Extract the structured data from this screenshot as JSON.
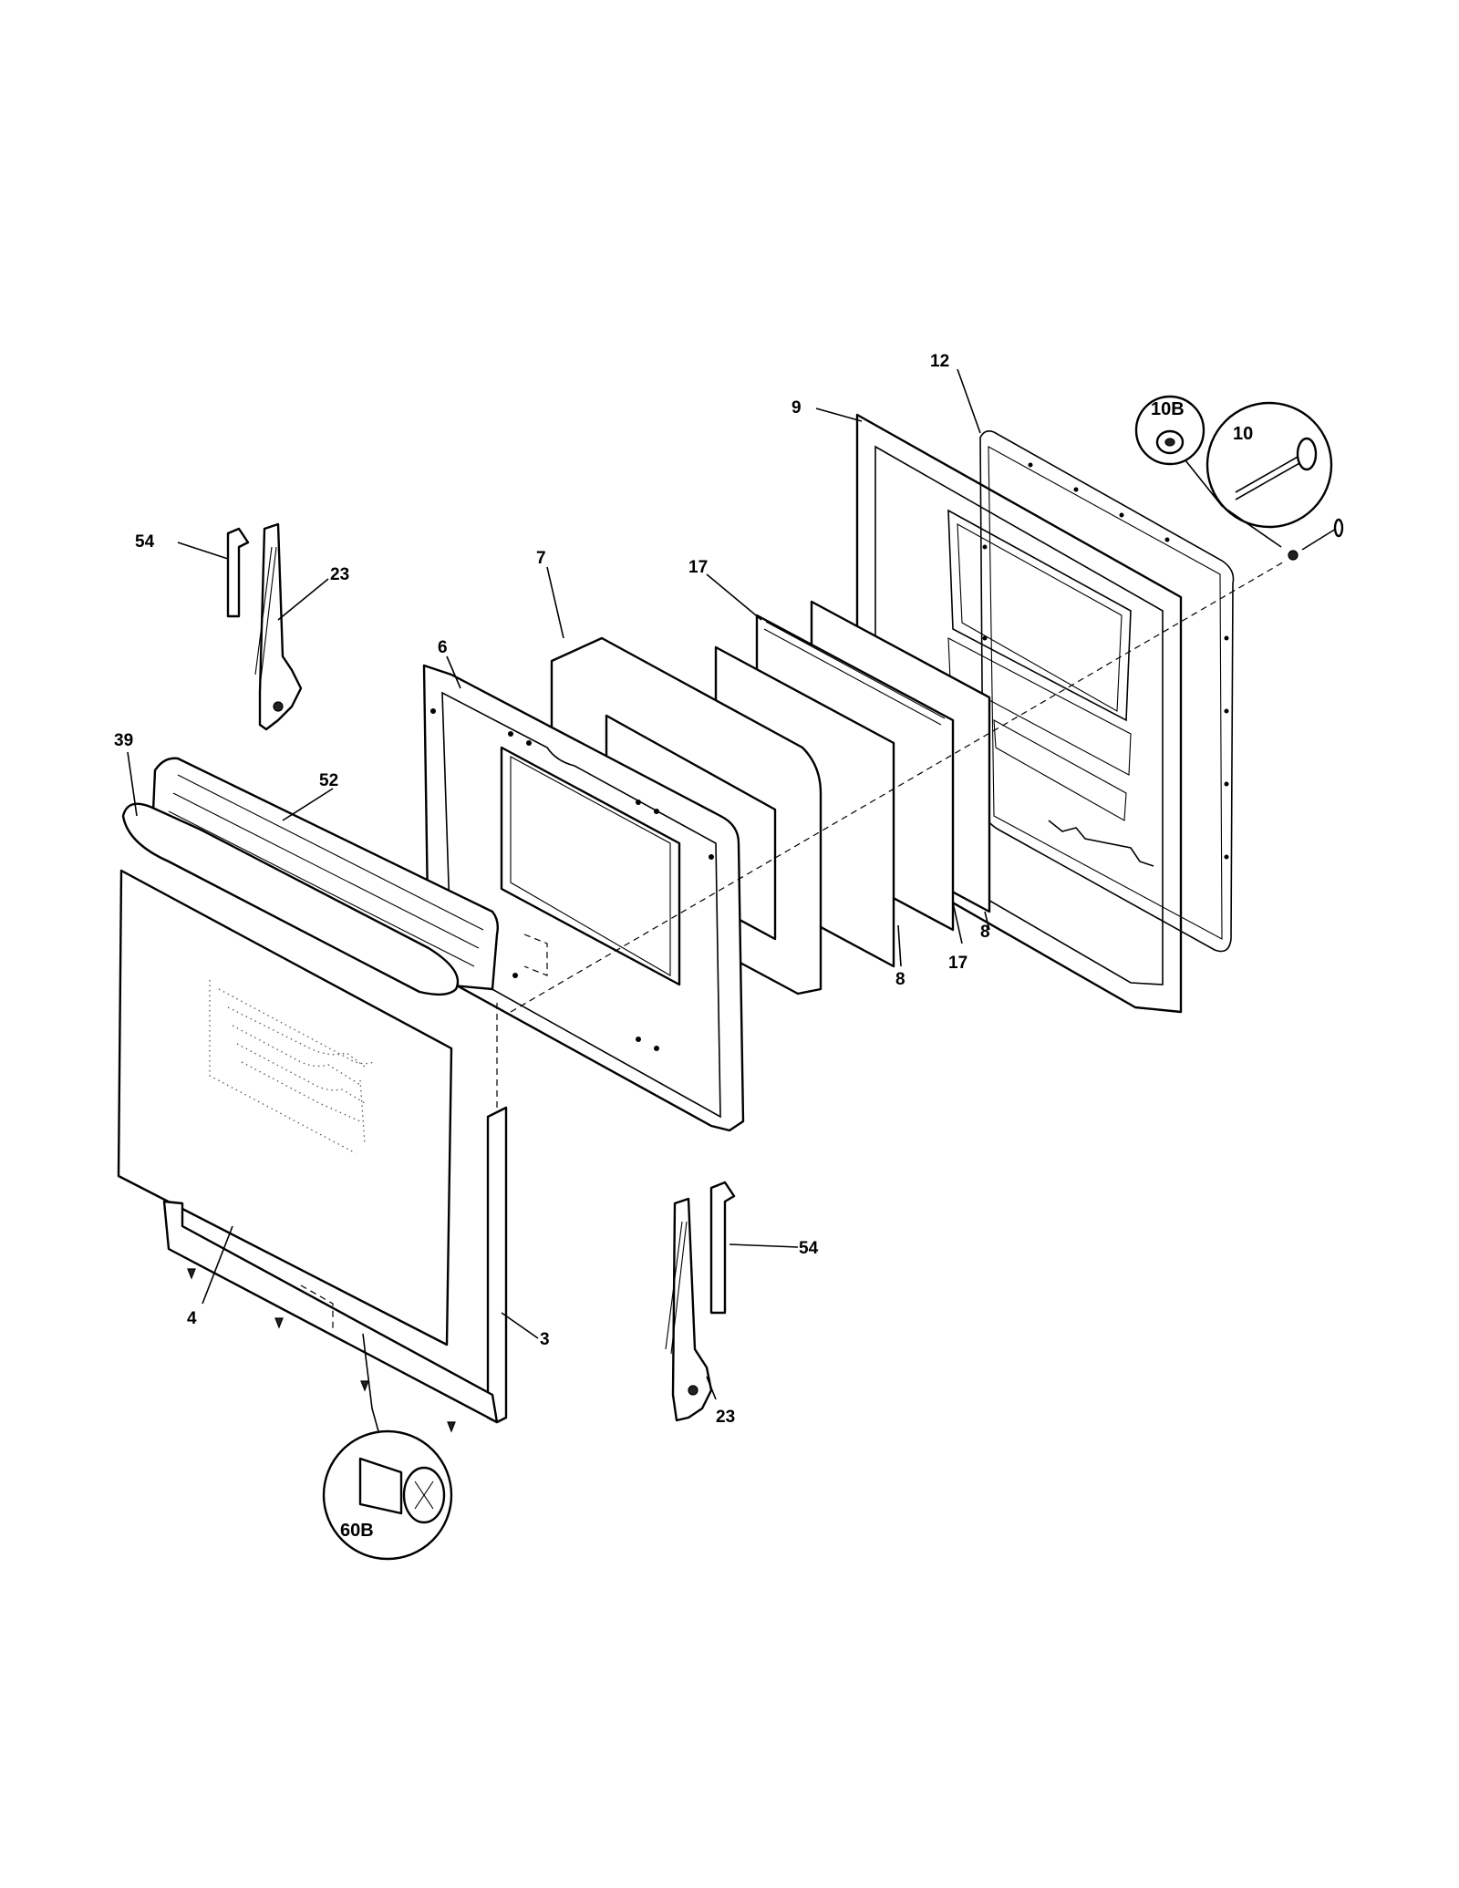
{
  "callouts": {
    "p12": "12",
    "p9": "9",
    "p10b": "10B",
    "p10": "10",
    "p54_top": "54",
    "p23_top": "23",
    "p7": "7",
    "p17_top": "17",
    "p6": "6",
    "p39": "39",
    "p52": "52",
    "p8_right": "8",
    "p8_left": "8",
    "p17_bottom": "17",
    "p54_bottom": "54",
    "p4": "4",
    "p3": "3",
    "p23_bottom": "23",
    "p60b": "60B"
  }
}
